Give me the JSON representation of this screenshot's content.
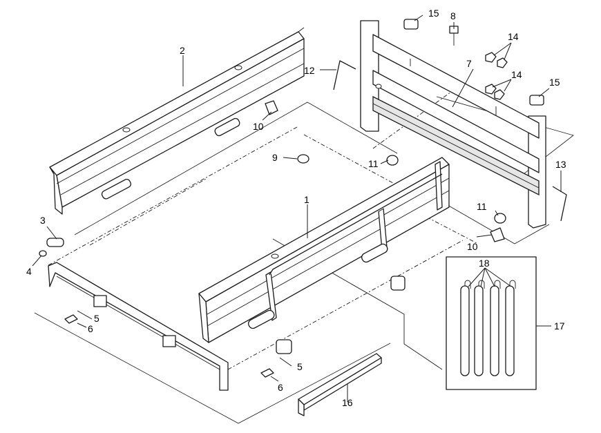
{
  "diagram": {
    "callouts": [
      {
        "id": "c1",
        "label": "1"
      },
      {
        "id": "c2",
        "label": "2"
      },
      {
        "id": "c3",
        "label": "3"
      },
      {
        "id": "c4",
        "label": "4"
      },
      {
        "id": "c5a",
        "label": "5"
      },
      {
        "id": "c5b",
        "label": "5"
      },
      {
        "id": "c6a",
        "label": "6"
      },
      {
        "id": "c6b",
        "label": "6"
      },
      {
        "id": "c7",
        "label": "7"
      },
      {
        "id": "c8",
        "label": "8"
      },
      {
        "id": "c9",
        "label": "9"
      },
      {
        "id": "c10a",
        "label": "10"
      },
      {
        "id": "c10b",
        "label": "10"
      },
      {
        "id": "c11a",
        "label": "11"
      },
      {
        "id": "c11b",
        "label": "11"
      },
      {
        "id": "c12",
        "label": "12"
      },
      {
        "id": "c13",
        "label": "13"
      },
      {
        "id": "c14a",
        "label": "14"
      },
      {
        "id": "c14b",
        "label": "14"
      },
      {
        "id": "c15a",
        "label": "15"
      },
      {
        "id": "c15b",
        "label": "15"
      },
      {
        "id": "c16",
        "label": "16"
      },
      {
        "id": "c17",
        "label": "17"
      },
      {
        "id": "c18",
        "label": "18"
      }
    ]
  }
}
